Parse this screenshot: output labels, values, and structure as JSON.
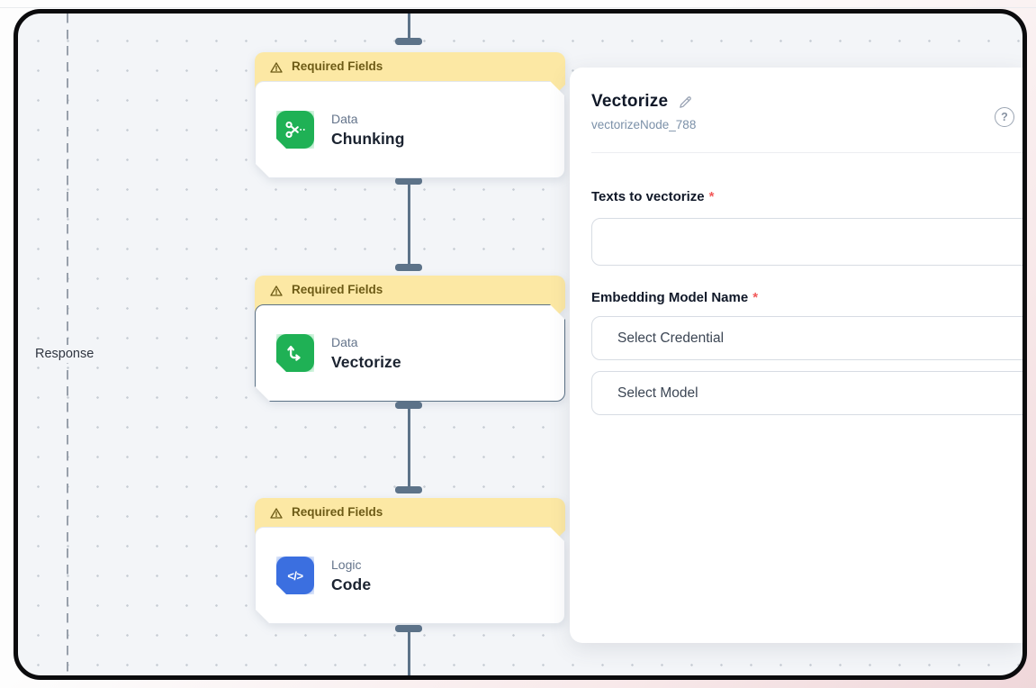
{
  "canvas": {
    "edge_label": "Response",
    "nodes": [
      {
        "warning": "Required Fields",
        "category": "Data",
        "title": "Chunking"
      },
      {
        "warning": "Required Fields",
        "category": "Data",
        "title": "Vectorize"
      },
      {
        "warning": "Required Fields",
        "category": "Logic",
        "title": "Code"
      }
    ]
  },
  "panel": {
    "title": "Vectorize",
    "node_id": "vectorizeNode_788",
    "help_label": "?",
    "fields": {
      "texts_label": "Texts to vectorize",
      "embedding_label": "Embedding Model Name",
      "required_marker": "*",
      "credential_placeholder": "Select Credential",
      "model_placeholder": "Select Model"
    }
  },
  "icons": {
    "code_glyph": "</>"
  },
  "colors": {
    "node_green": "#1fb155",
    "node_blue": "#3b6fe0",
    "banner_bg": "#fce8a4",
    "banner_text": "#6d5b16",
    "connector": "#5d7389",
    "required_red": "#f25a5a"
  }
}
